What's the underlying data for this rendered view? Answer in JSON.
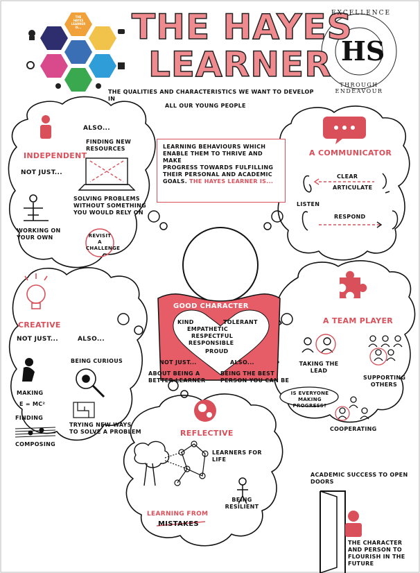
{
  "header": {
    "title_line1": "THE HAYES",
    "title_line2": "LEARNER",
    "subtitle_line1": "THE QUALITIES AND CHARACTERISTICS WE WANT TO DEVELOP IN",
    "subtitle_line2": "ALL OUR YOUNG PEOPLE",
    "logo_monogram": "HS",
    "logo_text_top": "EXCELLENCE",
    "logo_text_bottom": "THROUGH ENDEAVOUR",
    "hex_centre_line1": "THE",
    "hex_centre_line2": "HAYES",
    "hex_centre_line3": "LEARNER",
    "hex_centre_line4": "IS..."
  },
  "intro": {
    "line1": "LEARNING BEHAVIOURS WHICH",
    "line2": "ENABLE THEM TO THRIVE AND MAKE",
    "line3": "PROGRESS TOWARDS FULFILLING",
    "line4": "THEIR PERSONAL AND ACADEMIC",
    "line5": "GOALS.",
    "line5_red": "THE HAYES LEARNER IS..."
  },
  "independent": {
    "heading": "INDEPENDENT",
    "not_just": "NOT JUST...",
    "also": "ALSO...",
    "finding_line1": "FINDING NEW",
    "finding_line2": "RESOURCES",
    "solving_line1": "SOLVING PROBLEMS",
    "solving_line2": "WITHOUT SOMETHING",
    "solving_line3": "YOU WOULD RELY ON",
    "working_line1": "WORKING ON",
    "working_line2": "YOUR OWN",
    "revisit_line1": "REVISIT",
    "revisit_line2": "A",
    "revisit_line3": "CHALLENGE"
  },
  "communicator": {
    "heading": "A COMMUNICATOR",
    "clear": "CLEAR",
    "articulate": "ARTICULATE",
    "listen": "LISTEN",
    "respond": "RESPOND"
  },
  "character": {
    "heading": "GOOD CHARACTER",
    "kind": "KIND",
    "tolerant": "TOLERANT",
    "empathetic": "EMPATHETIC",
    "respectful": "RESPECTFUL",
    "responsible": "RESPONSIBLE",
    "proud": "PROUD",
    "not_just": "NOT JUST...",
    "also": "ALSO...",
    "left_line1": "ABOUT BEING A",
    "left_line2": "BETTER LEARNER",
    "right_line1": "BEING THE BEST",
    "right_line2": "PERSON YOU CAN BE"
  },
  "creative": {
    "heading": "CREATIVE",
    "not_just": "NOT JUST...",
    "also": "ALSO...",
    "making": "MAKING",
    "formula": "E = MC²",
    "finding": "FINDING",
    "composing": "COMPOSING",
    "curious_line1": "BEING CURIOUS",
    "trying_line1": "TRYING NEW WAYS",
    "trying_line2": "TO SOLVE A PROBLEM"
  },
  "team": {
    "heading": "A TEAM PLAYER",
    "lead_line1": "TAKING THE",
    "lead_line2": "LEAD",
    "support_line1": "SUPPORTING",
    "support_line2": "OTHERS",
    "bubble_line1": "IS EVERYONE",
    "bubble_line2": "MAKING PROGRESS?",
    "cooperating": "COOPERATING"
  },
  "reflective": {
    "heading": "REFLECTIVE",
    "learners_line1": "LEARNERS FOR",
    "learners_line2": "LIFE",
    "resilient_line1": "BEING",
    "resilient_line2": "RESILIENT",
    "learning_from": "LEARNING FROM",
    "mistakes": "MISTAKES"
  },
  "academic": {
    "top_line1": "ACADEMIC SUCCESS TO OPEN",
    "top_line2": "DOORS",
    "bottom_line1": "THE CHARACTER",
    "bottom_line2": "AND PERSON TO",
    "bottom_line3": "FLOURISH IN THE",
    "bottom_line4": "FUTURE"
  },
  "colors": {
    "accent": "#d9505a",
    "title_fill": "#ef8a8e",
    "ink": "#111111"
  }
}
